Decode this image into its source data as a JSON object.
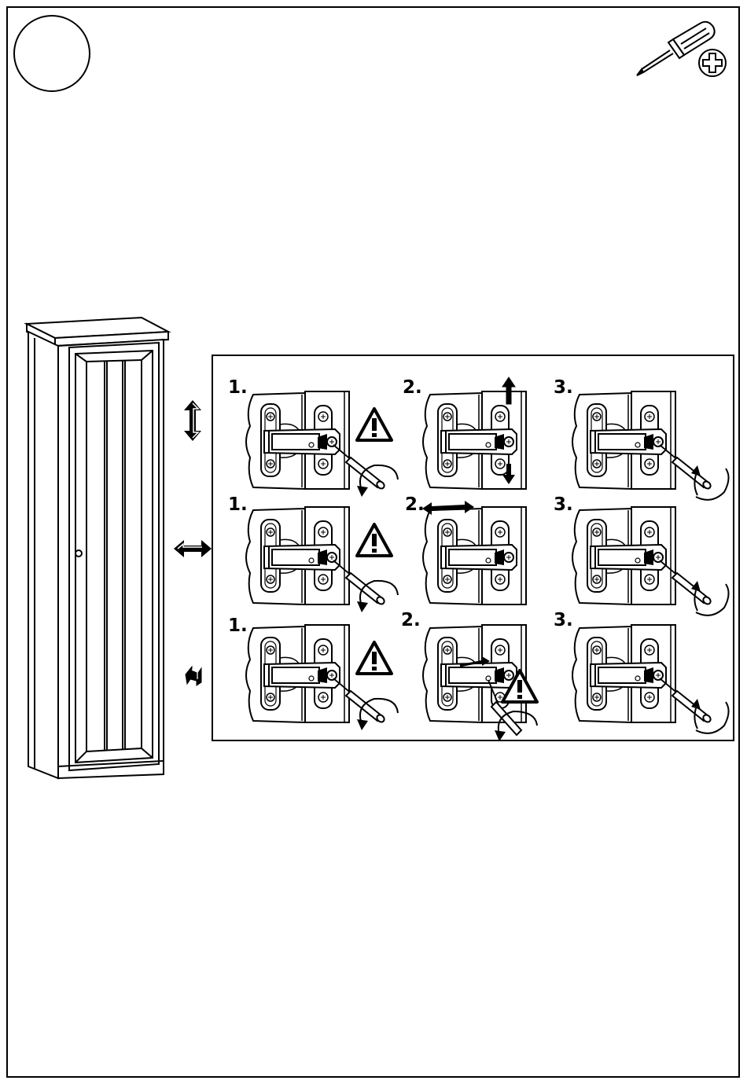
{
  "step_number": "",
  "tool": {
    "icon": "phillips-screwdriver-icon",
    "bit_icon": "phillips-head-icon"
  },
  "adjustments": [
    {
      "direction": "vertical",
      "icon": "vertical-double-arrow-icon",
      "steps": [
        {
          "label": "1.",
          "warning": true
        },
        {
          "label": "2.",
          "move": "up-down"
        },
        {
          "label": "3."
        }
      ]
    },
    {
      "direction": "horizontal",
      "icon": "horizontal-double-arrow-icon",
      "steps": [
        {
          "label": "1.",
          "warning": true
        },
        {
          "label": "2.",
          "move": "left-right"
        },
        {
          "label": "3."
        }
      ]
    },
    {
      "direction": "depth",
      "icon": "depth-arrow-icon",
      "steps": [
        {
          "label": "1.",
          "warning": true
        },
        {
          "label": "2.",
          "move": "in-out",
          "warning": true
        },
        {
          "label": "3."
        }
      ]
    }
  ],
  "colors": {
    "line": "#000000",
    "background": "#ffffff"
  }
}
